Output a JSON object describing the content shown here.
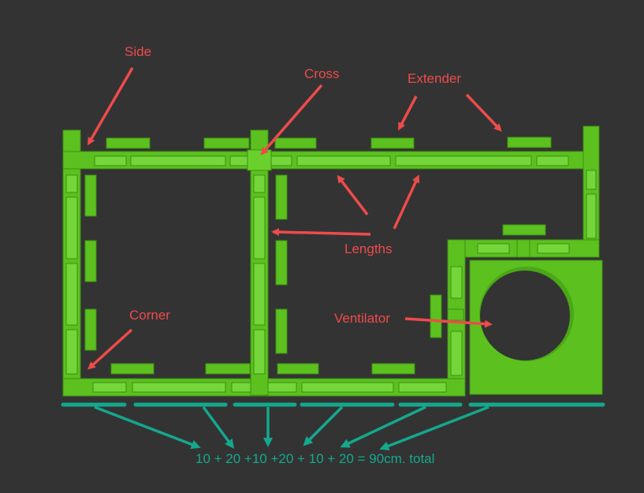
{
  "labels": {
    "side": "Side",
    "cross": "Cross",
    "extender": "Extender",
    "lengths": "Lengths",
    "corner": "Corner",
    "ventilator": "Ventilator"
  },
  "formula": "10 + 20 +10 +20 + 10 + 20 = 90cm. total",
  "colors": {
    "background": "#333333",
    "part_green": "#5cc11f",
    "part_dark": "#3d8f12",
    "part_light": "#86e046",
    "annotation_red": "#ee4b4b",
    "measure_teal": "#14a88e"
  }
}
